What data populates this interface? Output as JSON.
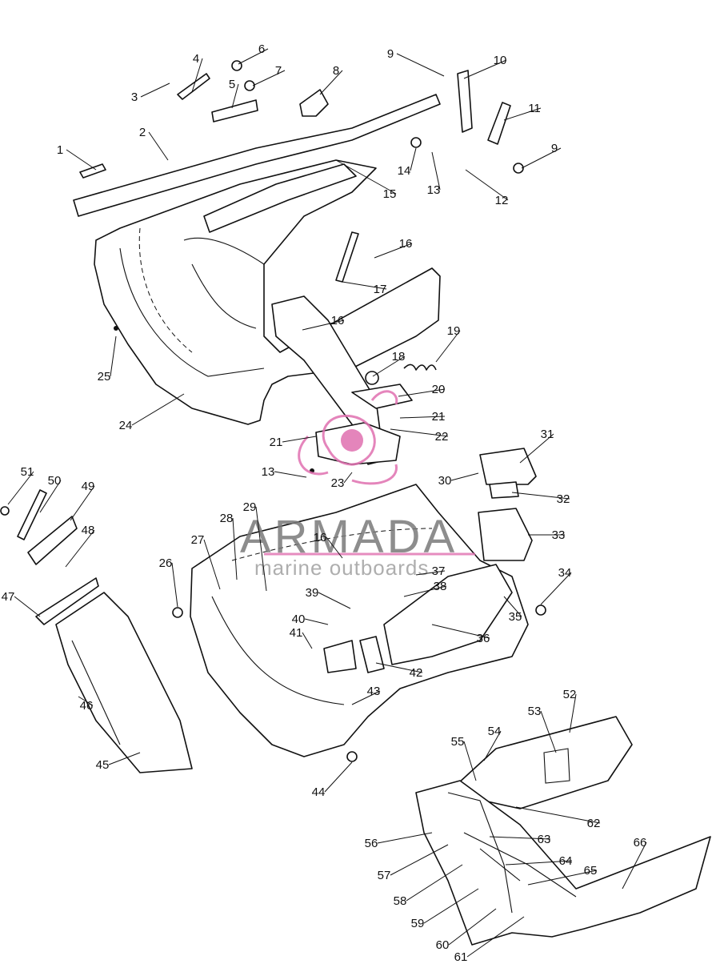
{
  "watermark": {
    "title": "ARMADA",
    "subtitle": "marine outboards",
    "accent_color": "#e070b0"
  },
  "callouts": [
    {
      "id": "c1",
      "text": "1"
    },
    {
      "id": "c2",
      "text": "2"
    },
    {
      "id": "c3",
      "text": "3"
    },
    {
      "id": "c4",
      "text": "4"
    },
    {
      "id": "c5",
      "text": "5"
    },
    {
      "id": "c6",
      "text": "6"
    },
    {
      "id": "c7",
      "text": "7"
    },
    {
      "id": "c8",
      "text": "8"
    },
    {
      "id": "c9a",
      "text": "9"
    },
    {
      "id": "c9b",
      "text": "9"
    },
    {
      "id": "c10",
      "text": "10"
    },
    {
      "id": "c11",
      "text": "11"
    },
    {
      "id": "c12",
      "text": "12"
    },
    {
      "id": "c13a",
      "text": "13"
    },
    {
      "id": "c13b",
      "text": "13"
    },
    {
      "id": "c14",
      "text": "14"
    },
    {
      "id": "c15",
      "text": "15"
    },
    {
      "id": "c16a",
      "text": "16"
    },
    {
      "id": "c16b",
      "text": "16"
    },
    {
      "id": "c16c",
      "text": "16"
    },
    {
      "id": "c17",
      "text": "17"
    },
    {
      "id": "c18",
      "text": "18"
    },
    {
      "id": "c19",
      "text": "19"
    },
    {
      "id": "c20",
      "text": "20"
    },
    {
      "id": "c21a",
      "text": "21"
    },
    {
      "id": "c21b",
      "text": "21"
    },
    {
      "id": "c22",
      "text": "22"
    },
    {
      "id": "c23",
      "text": "23"
    },
    {
      "id": "c24",
      "text": "24"
    },
    {
      "id": "c25",
      "text": "25"
    },
    {
      "id": "c26",
      "text": "26"
    },
    {
      "id": "c27",
      "text": "27"
    },
    {
      "id": "c28",
      "text": "28"
    },
    {
      "id": "c29",
      "text": "29"
    },
    {
      "id": "c30",
      "text": "30"
    },
    {
      "id": "c31",
      "text": "31"
    },
    {
      "id": "c32",
      "text": "32"
    },
    {
      "id": "c33",
      "text": "33"
    },
    {
      "id": "c34",
      "text": "34"
    },
    {
      "id": "c35",
      "text": "35"
    },
    {
      "id": "c36",
      "text": "36"
    },
    {
      "id": "c37",
      "text": "37"
    },
    {
      "id": "c38",
      "text": "38"
    },
    {
      "id": "c39",
      "text": "39"
    },
    {
      "id": "c40",
      "text": "40"
    },
    {
      "id": "c41",
      "text": "41"
    },
    {
      "id": "c42",
      "text": "42"
    },
    {
      "id": "c43",
      "text": "43"
    },
    {
      "id": "c44",
      "text": "44"
    },
    {
      "id": "c45",
      "text": "45"
    },
    {
      "id": "c46",
      "text": "46"
    },
    {
      "id": "c47",
      "text": "47"
    },
    {
      "id": "c48",
      "text": "48"
    },
    {
      "id": "c49",
      "text": "49"
    },
    {
      "id": "c50",
      "text": "50"
    },
    {
      "id": "c51",
      "text": "51"
    },
    {
      "id": "c52",
      "text": "52"
    },
    {
      "id": "c53",
      "text": "53"
    },
    {
      "id": "c54",
      "text": "54"
    },
    {
      "id": "c55",
      "text": "55"
    },
    {
      "id": "c56",
      "text": "56"
    },
    {
      "id": "c57",
      "text": "57"
    },
    {
      "id": "c58",
      "text": "58"
    },
    {
      "id": "c59",
      "text": "59"
    },
    {
      "id": "c60",
      "text": "60"
    },
    {
      "id": "c61",
      "text": "61"
    },
    {
      "id": "c62",
      "text": "62"
    },
    {
      "id": "c63",
      "text": "63"
    },
    {
      "id": "c64",
      "text": "64"
    },
    {
      "id": "c65",
      "text": "65"
    },
    {
      "id": "c66",
      "text": "66"
    }
  ]
}
